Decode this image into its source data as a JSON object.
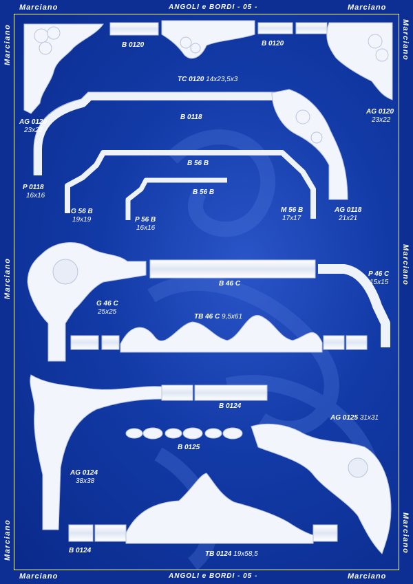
{
  "header": {
    "brand_left": "Marciano",
    "brand_right": "Marciano",
    "title": "ANGOLI e BORDI - 05 -"
  },
  "footer": {
    "brand_left": "Marciano",
    "brand_right": "Marciano",
    "title": "ANGOLI e BORDI - 05 -"
  },
  "side_labels": [
    "Marciano",
    "Marciano",
    "Marciano",
    "Marciano",
    "Marciano",
    "Marciano"
  ],
  "products": {
    "b0120_a": {
      "code": "B 0120"
    },
    "b0120_b": {
      "code": "B 0120"
    },
    "tc0120": {
      "code": "TC 0120",
      "dim": "14x23,5x3"
    },
    "ag0120_l": {
      "code": "AG 0120",
      "dim": "23x22"
    },
    "ag0120_r": {
      "code": "AG 0120",
      "dim": "23x22"
    },
    "b0118": {
      "code": "B 0118"
    },
    "b56b_a": {
      "code": "B 56 B"
    },
    "b56b_b": {
      "code": "B 56 B"
    },
    "p0118": {
      "code": "P 0118",
      "dim": "16x16"
    },
    "g56b": {
      "code": "G 56 B",
      "dim": "19x19"
    },
    "p56b": {
      "code": "P 56 B",
      "dim": "16x16"
    },
    "m56b": {
      "code": "M 56 B",
      "dim": "17x17"
    },
    "ag0118": {
      "code": "AG 0118",
      "dim": "21x21"
    },
    "b46c": {
      "code": "B 46 C"
    },
    "p46c": {
      "code": "P 46 C",
      "dim": "15x15"
    },
    "g46c": {
      "code": "G 46 C",
      "dim": "25x25"
    },
    "tb46c": {
      "code": "TB 46 C",
      "dim": "9,5x61"
    },
    "b0124_a": {
      "code": "B 0124"
    },
    "b0125": {
      "code": "B 0125"
    },
    "ag0125": {
      "code": "AG 0125",
      "dim": "31x31"
    },
    "ag0124": {
      "code": "AG 0124",
      "dim": "38x38"
    },
    "b0124_b": {
      "code": "B 0124"
    },
    "tb0124": {
      "code": "TB 0124",
      "dim": "19x58,5"
    }
  },
  "colors": {
    "background": "#0d2f93",
    "moulding": "#f4f6fb",
    "text": "#ffffff"
  }
}
